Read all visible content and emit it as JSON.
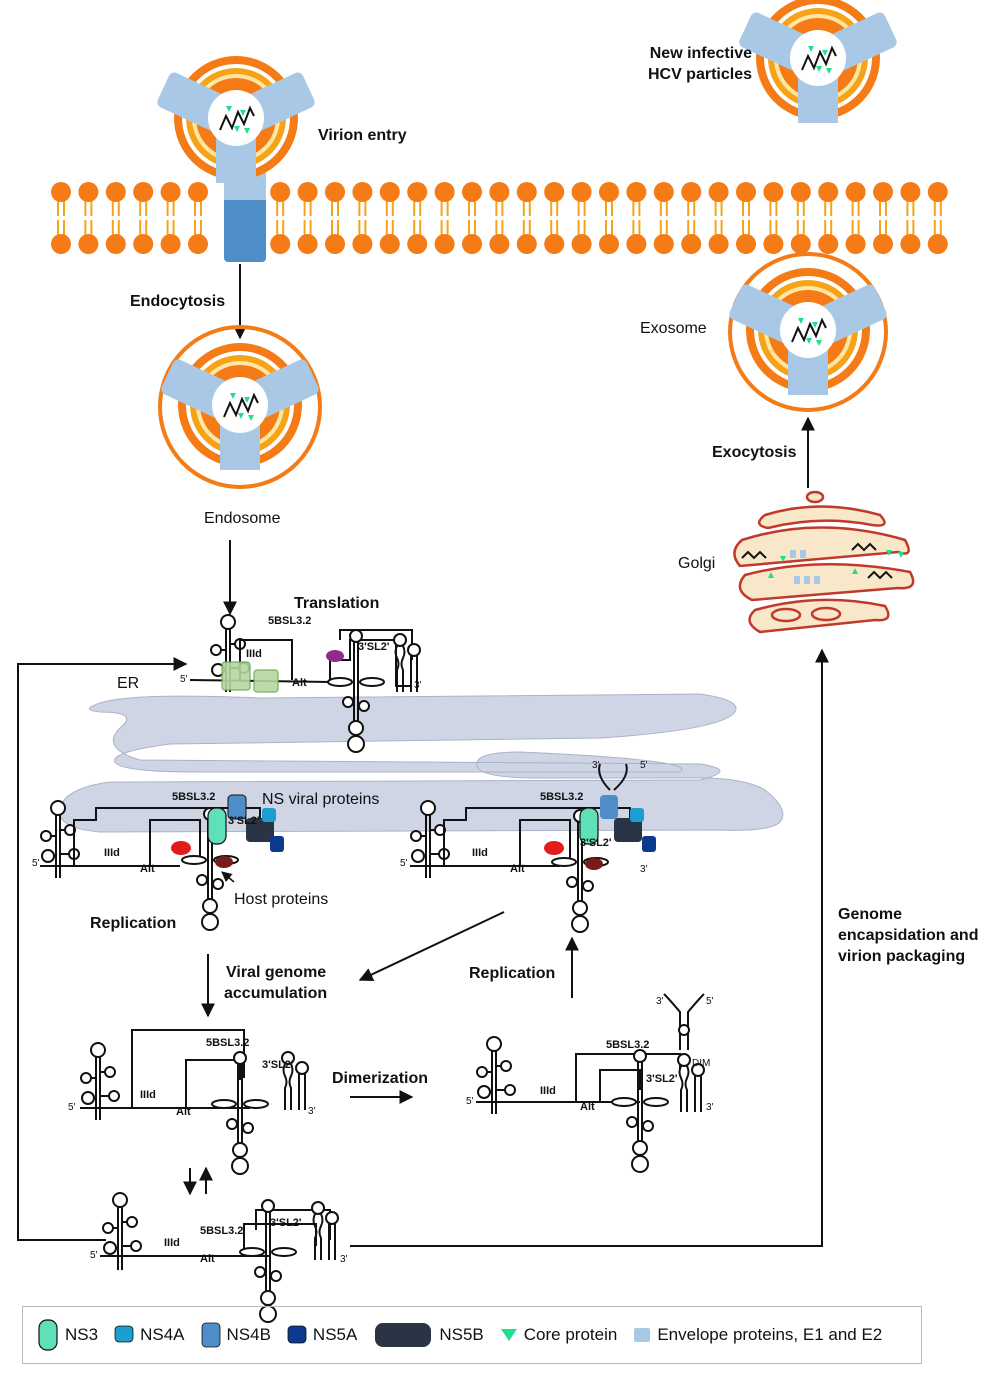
{
  "labels": {
    "virion_entry": "Virion entry",
    "new_particles_1": "New infective",
    "new_particles_2": "HCV particles",
    "endocytosis": "Endocytosis",
    "endosome": "Endosome",
    "exosome": "Exosome",
    "exocytosis": "Exocytosis",
    "golgi": "Golgi",
    "translation": "Translation",
    "er": "ER",
    "ns_viral_proteins": "NS viral proteins",
    "host_proteins": "Host proteins",
    "replication_left": "Replication",
    "replication_right": "Replication",
    "viral_genome_1": "Viral genome",
    "viral_genome_2": "accumulation",
    "dimerization": "Dimerization",
    "genome_1": "Genome",
    "genome_2": "encapsidation and",
    "genome_3": "virion packaging"
  },
  "rna": {
    "five_bsl": "5BSL3.2",
    "three_sl2": "3'SL2'",
    "iiid": "IIId",
    "alt": "Alt",
    "five_prime": "5'",
    "three_prime": "3'",
    "dim": "DIM"
  },
  "legend": [
    {
      "label": "NS3",
      "color": "#5fe0b8"
    },
    {
      "label": "NS4A",
      "color": "#1d9ed0"
    },
    {
      "label": "NS4B",
      "color": "#4f8dc8"
    },
    {
      "label": "NS5A",
      "color": "#0b3a8f"
    },
    {
      "label": "NS5B",
      "color": "#2a3444"
    },
    {
      "label": "Core protein",
      "color": "#1fe08a"
    },
    {
      "label": "Envelope proteins, E1 and E2",
      "color": "#a9c8e6"
    }
  ],
  "colors": {
    "lipid": "#f47b15",
    "envelope": "#a9c8e6",
    "er": "#cfd5e4",
    "golgi": "#f8e7c9",
    "golgi_stroke": "#c0392b"
  }
}
